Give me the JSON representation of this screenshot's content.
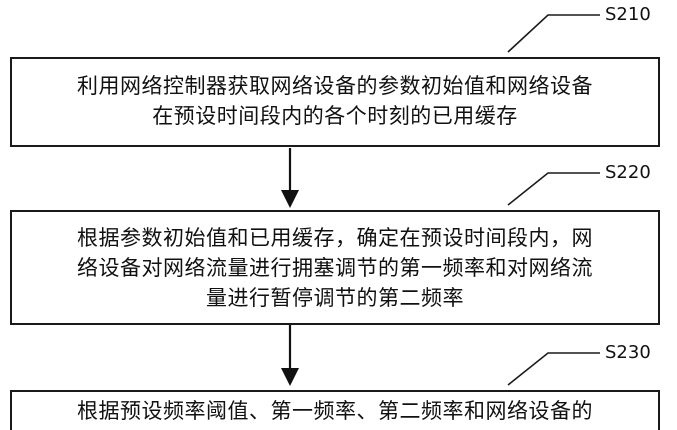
{
  "steps": [
    {
      "id": "S210",
      "lines": [
        "利用网络控制器获取网络设备的参数初始值和网络设备",
        "在预设时间段内的各个时刻的已用缓存"
      ]
    },
    {
      "id": "S220",
      "lines": [
        "根据参数初始值和已用缓存，确定在预设时间段内，网",
        "络设备对网络流量进行拥塞调节的第一频率和对网络流",
        "量进行暂停调节的第二频率"
      ]
    },
    {
      "id": "S230",
      "lines": [
        "根据预设频率阈值、第一频率、第二频率和网络设备的"
      ]
    }
  ]
}
